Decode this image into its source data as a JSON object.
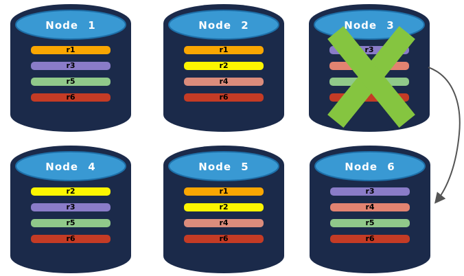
{
  "colors": {
    "cylinder_body": "#1B2A4A",
    "cylinder_top": "#3999D3",
    "title_text": "#FFFFFF",
    "failure_x": "#85C540",
    "arrow": "#545454"
  },
  "nodes": [
    {
      "name": "Node 1",
      "failed": false,
      "replicas": [
        {
          "label": "r1",
          "color": "#F9A602"
        },
        {
          "label": "r3",
          "color": "#8A7CC8"
        },
        {
          "label": "r5",
          "color": "#90C98A"
        },
        {
          "label": "r6",
          "color": "#C43B25"
        }
      ]
    },
    {
      "name": "Node 2",
      "failed": false,
      "replicas": [
        {
          "label": "r1",
          "color": "#F9A602"
        },
        {
          "label": "r2",
          "color": "#FCF501"
        },
        {
          "label": "r4",
          "color": "#DB8C7C"
        },
        {
          "label": "r6",
          "color": "#C43B25"
        }
      ]
    },
    {
      "name": "Node 3",
      "failed": true,
      "replicas": [
        {
          "label": "r3",
          "color": "#8A7CC8"
        },
        {
          "label": "",
          "color": "#E28371"
        },
        {
          "label": "",
          "color": "#90C98A"
        },
        {
          "label": "",
          "color": "#C43B25"
        }
      ]
    },
    {
      "name": "Node 4",
      "failed": false,
      "replicas": [
        {
          "label": "r2",
          "color": "#FCF501"
        },
        {
          "label": "r3",
          "color": "#8A7CC8"
        },
        {
          "label": "r5",
          "color": "#90C98A"
        },
        {
          "label": "r6",
          "color": "#C43B25"
        }
      ]
    },
    {
      "name": "Node 5",
      "failed": false,
      "replicas": [
        {
          "label": "r1",
          "color": "#F9A602"
        },
        {
          "label": "r2",
          "color": "#FCF501"
        },
        {
          "label": "r4",
          "color": "#DB8C7C"
        },
        {
          "label": "r6",
          "color": "#C43B25"
        }
      ]
    },
    {
      "name": "Node 6",
      "failed": false,
      "replicas": [
        {
          "label": "r3",
          "color": "#8A7CC8"
        },
        {
          "label": "r4",
          "color": "#E28371"
        },
        {
          "label": "r5",
          "color": "#90C98A"
        },
        {
          "label": "r6",
          "color": "#C43B25"
        }
      ]
    }
  ]
}
